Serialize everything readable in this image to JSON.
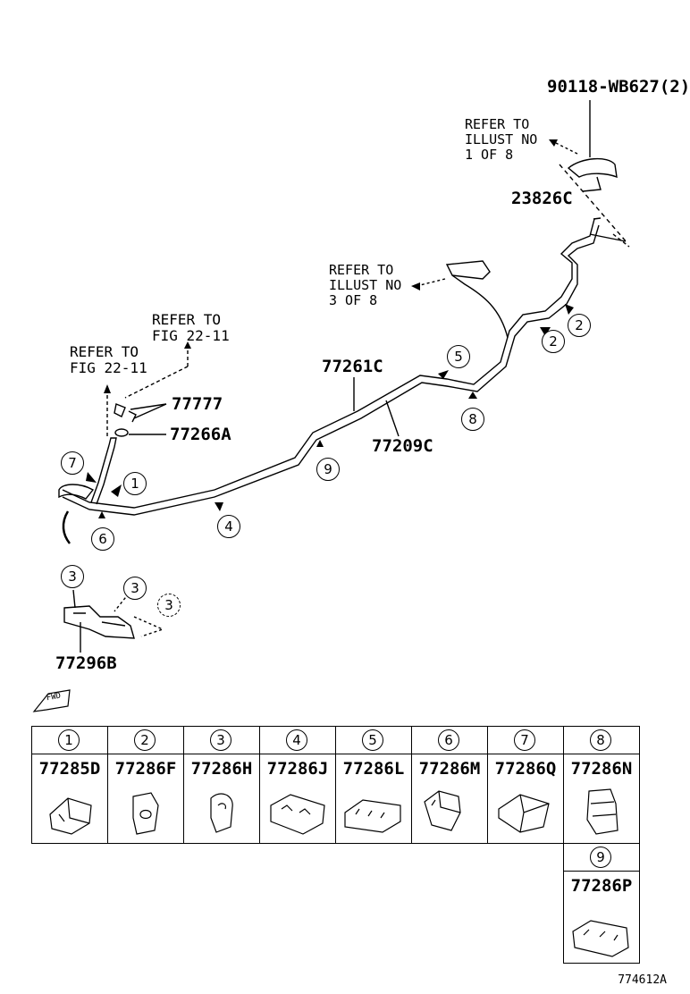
{
  "labels": {
    "p90118": "90118-WB627(2)",
    "ref1_l1": "REFER TO",
    "ref1_l2": "ILLUST NO",
    "ref1_l3": "1 OF 8",
    "p23826": "23826C",
    "ref3_l1": "REFER TO",
    "ref3_l2": "ILLUST NO",
    "ref3_l3": "3 OF 8",
    "fig_a_l1": "REFER TO",
    "fig_a_l2": "FIG 22-11",
    "fig_b_l1": "REFER TO",
    "fig_b_l2": "FIG 22-11",
    "p77261": "77261C",
    "p77777": "77777",
    "p77266": "77266A",
    "p77209": "77209C",
    "p77296": "77296B",
    "fwd": "FWD",
    "figure_code": "774612A"
  },
  "callouts": {
    "c1": "1",
    "c2a": "2",
    "c2b": "2",
    "c3a": "3",
    "c3b": "3",
    "c3c": "3",
    "c4": "4",
    "c5": "5",
    "c6": "6",
    "c7": "7",
    "c8": "8",
    "c9": "9"
  },
  "clamp_table": [
    {
      "num": "1",
      "part": "77285D"
    },
    {
      "num": "2",
      "part": "77286F"
    },
    {
      "num": "3",
      "part": "77286H"
    },
    {
      "num": "4",
      "part": "77286J"
    },
    {
      "num": "5",
      "part": "77286L"
    },
    {
      "num": "6",
      "part": "77286M"
    },
    {
      "num": "7",
      "part": "77286Q"
    },
    {
      "num": "8",
      "part": "77286N"
    },
    {
      "num": "9",
      "part": "77286P"
    }
  ]
}
